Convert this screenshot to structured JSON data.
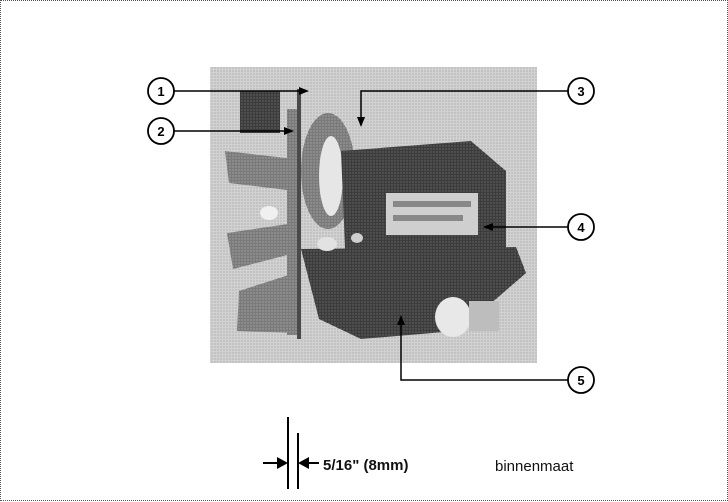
{
  "callouts": [
    {
      "id": "1",
      "label": "1"
    },
    {
      "id": "2",
      "label": "2"
    },
    {
      "id": "3",
      "label": "3"
    },
    {
      "id": "4",
      "label": "4"
    },
    {
      "id": "5",
      "label": "5"
    }
  ],
  "dimension": {
    "value": "5/16\" (8mm)",
    "word": "binnenmaat"
  },
  "colors": {
    "photo_background": "#c9c9c9",
    "motor_dark": "#3a3a3a",
    "line": "#000000"
  }
}
